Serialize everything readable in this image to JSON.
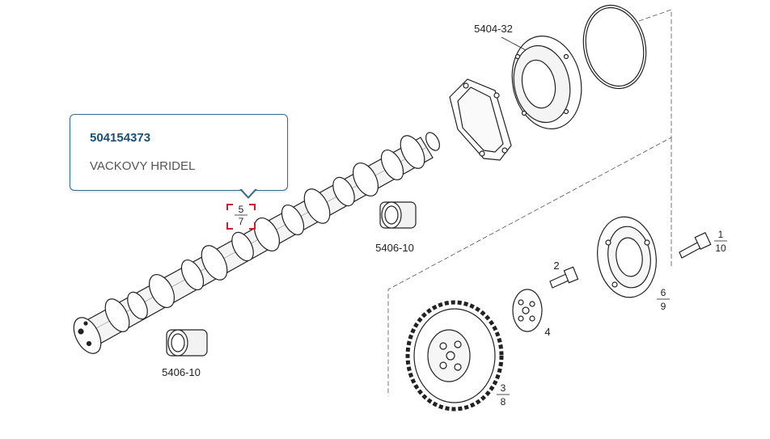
{
  "tooltip": {
    "part_number": "504154373",
    "description": "VACKOVY HRIDEL"
  },
  "callouts": {
    "cover": "5404-32",
    "bearing_upper": "5406-10",
    "bearing_lower": "5406-10",
    "selected_num": "5",
    "selected_den": "7",
    "bolt_small": "2",
    "washer": "4",
    "gear_num": "3",
    "gear_den": "8",
    "plate_num": "6",
    "plate_den": "9",
    "bolt_long_num": "1",
    "bolt_long_den": "10"
  },
  "colors": {
    "line": "#222222",
    "highlight": "#cc1f2d",
    "tooltip_border": "#3a6d8c",
    "tooltip_title": "#1d4f72"
  }
}
